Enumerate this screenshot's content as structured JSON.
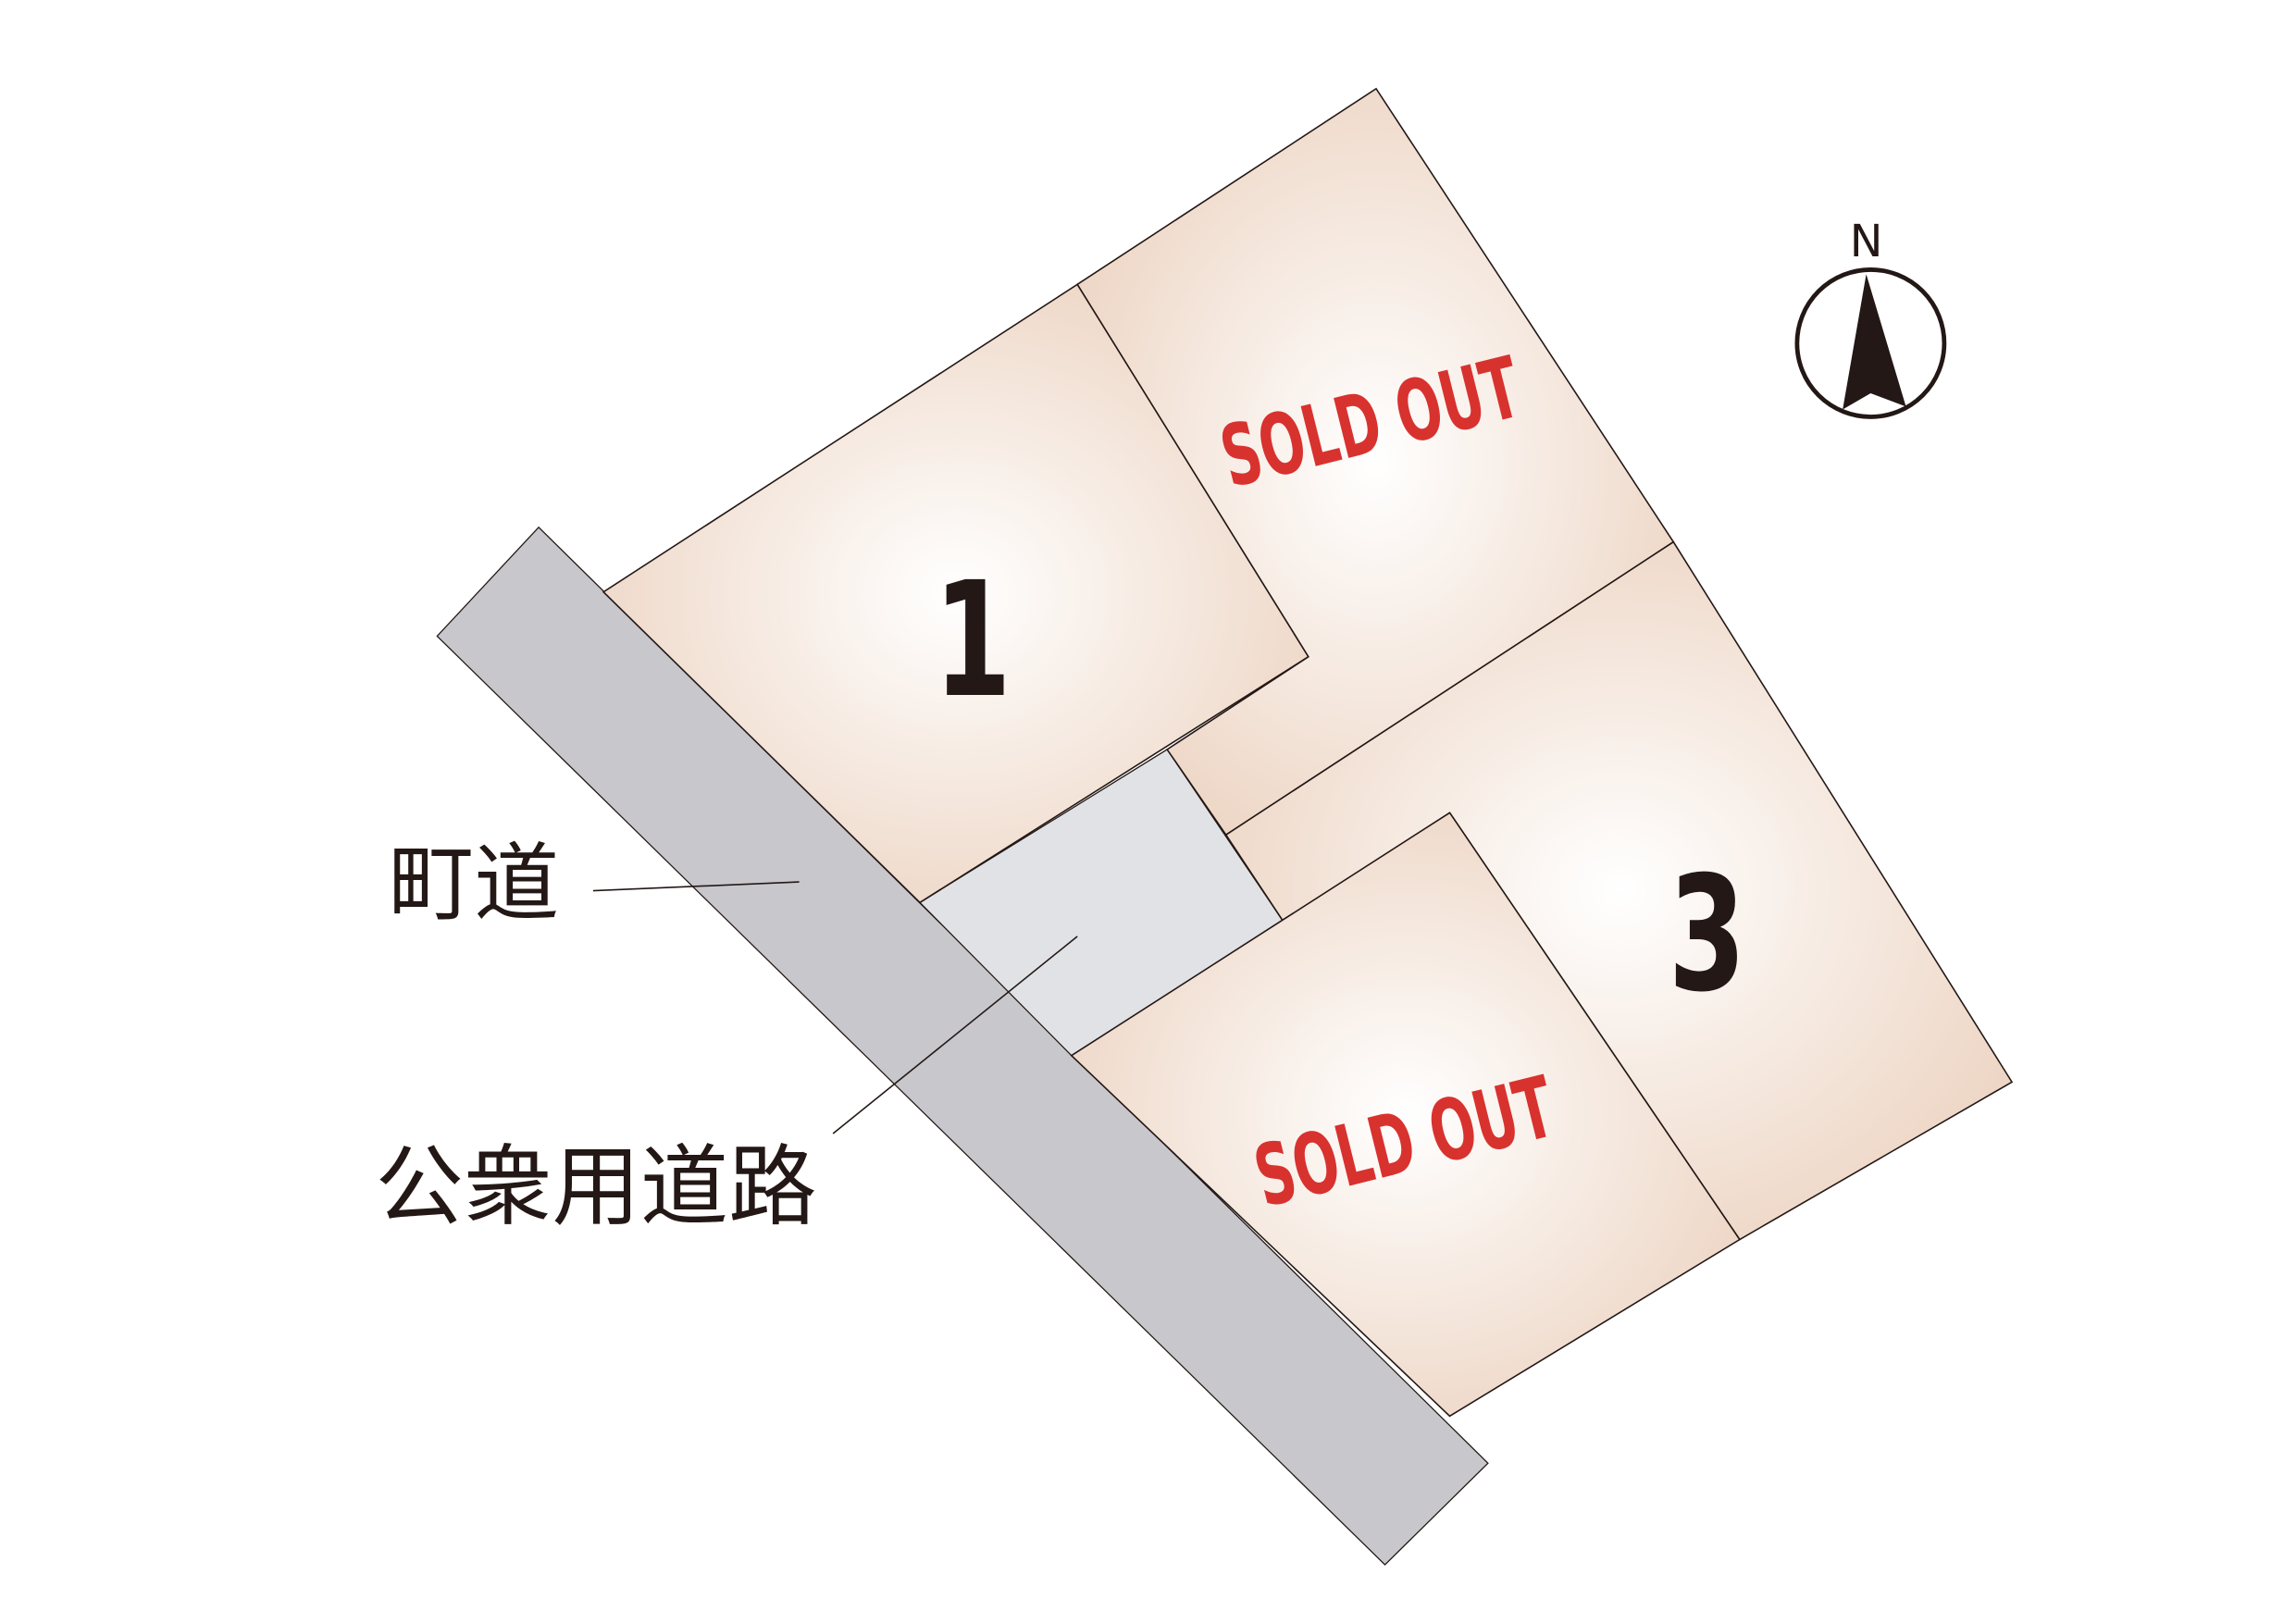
{
  "lots": [
    {
      "id": "1",
      "label": "1",
      "status": "available"
    },
    {
      "id": "2",
      "label": "SOLD OUT",
      "status": "sold"
    },
    {
      "id": "3",
      "label": "3",
      "status": "available"
    },
    {
      "id": "4",
      "label": "SOLD OUT",
      "status": "sold"
    }
  ],
  "labels": {
    "town_road": "町道",
    "public_road": "公衆用道路"
  },
  "compass": {
    "north": "N"
  },
  "colors": {
    "lot_fill": "#ecd3c1",
    "road": "#c7c7cc",
    "common_road": "#e1e2e5",
    "sold_text": "#d8322f",
    "text": "#231815"
  }
}
